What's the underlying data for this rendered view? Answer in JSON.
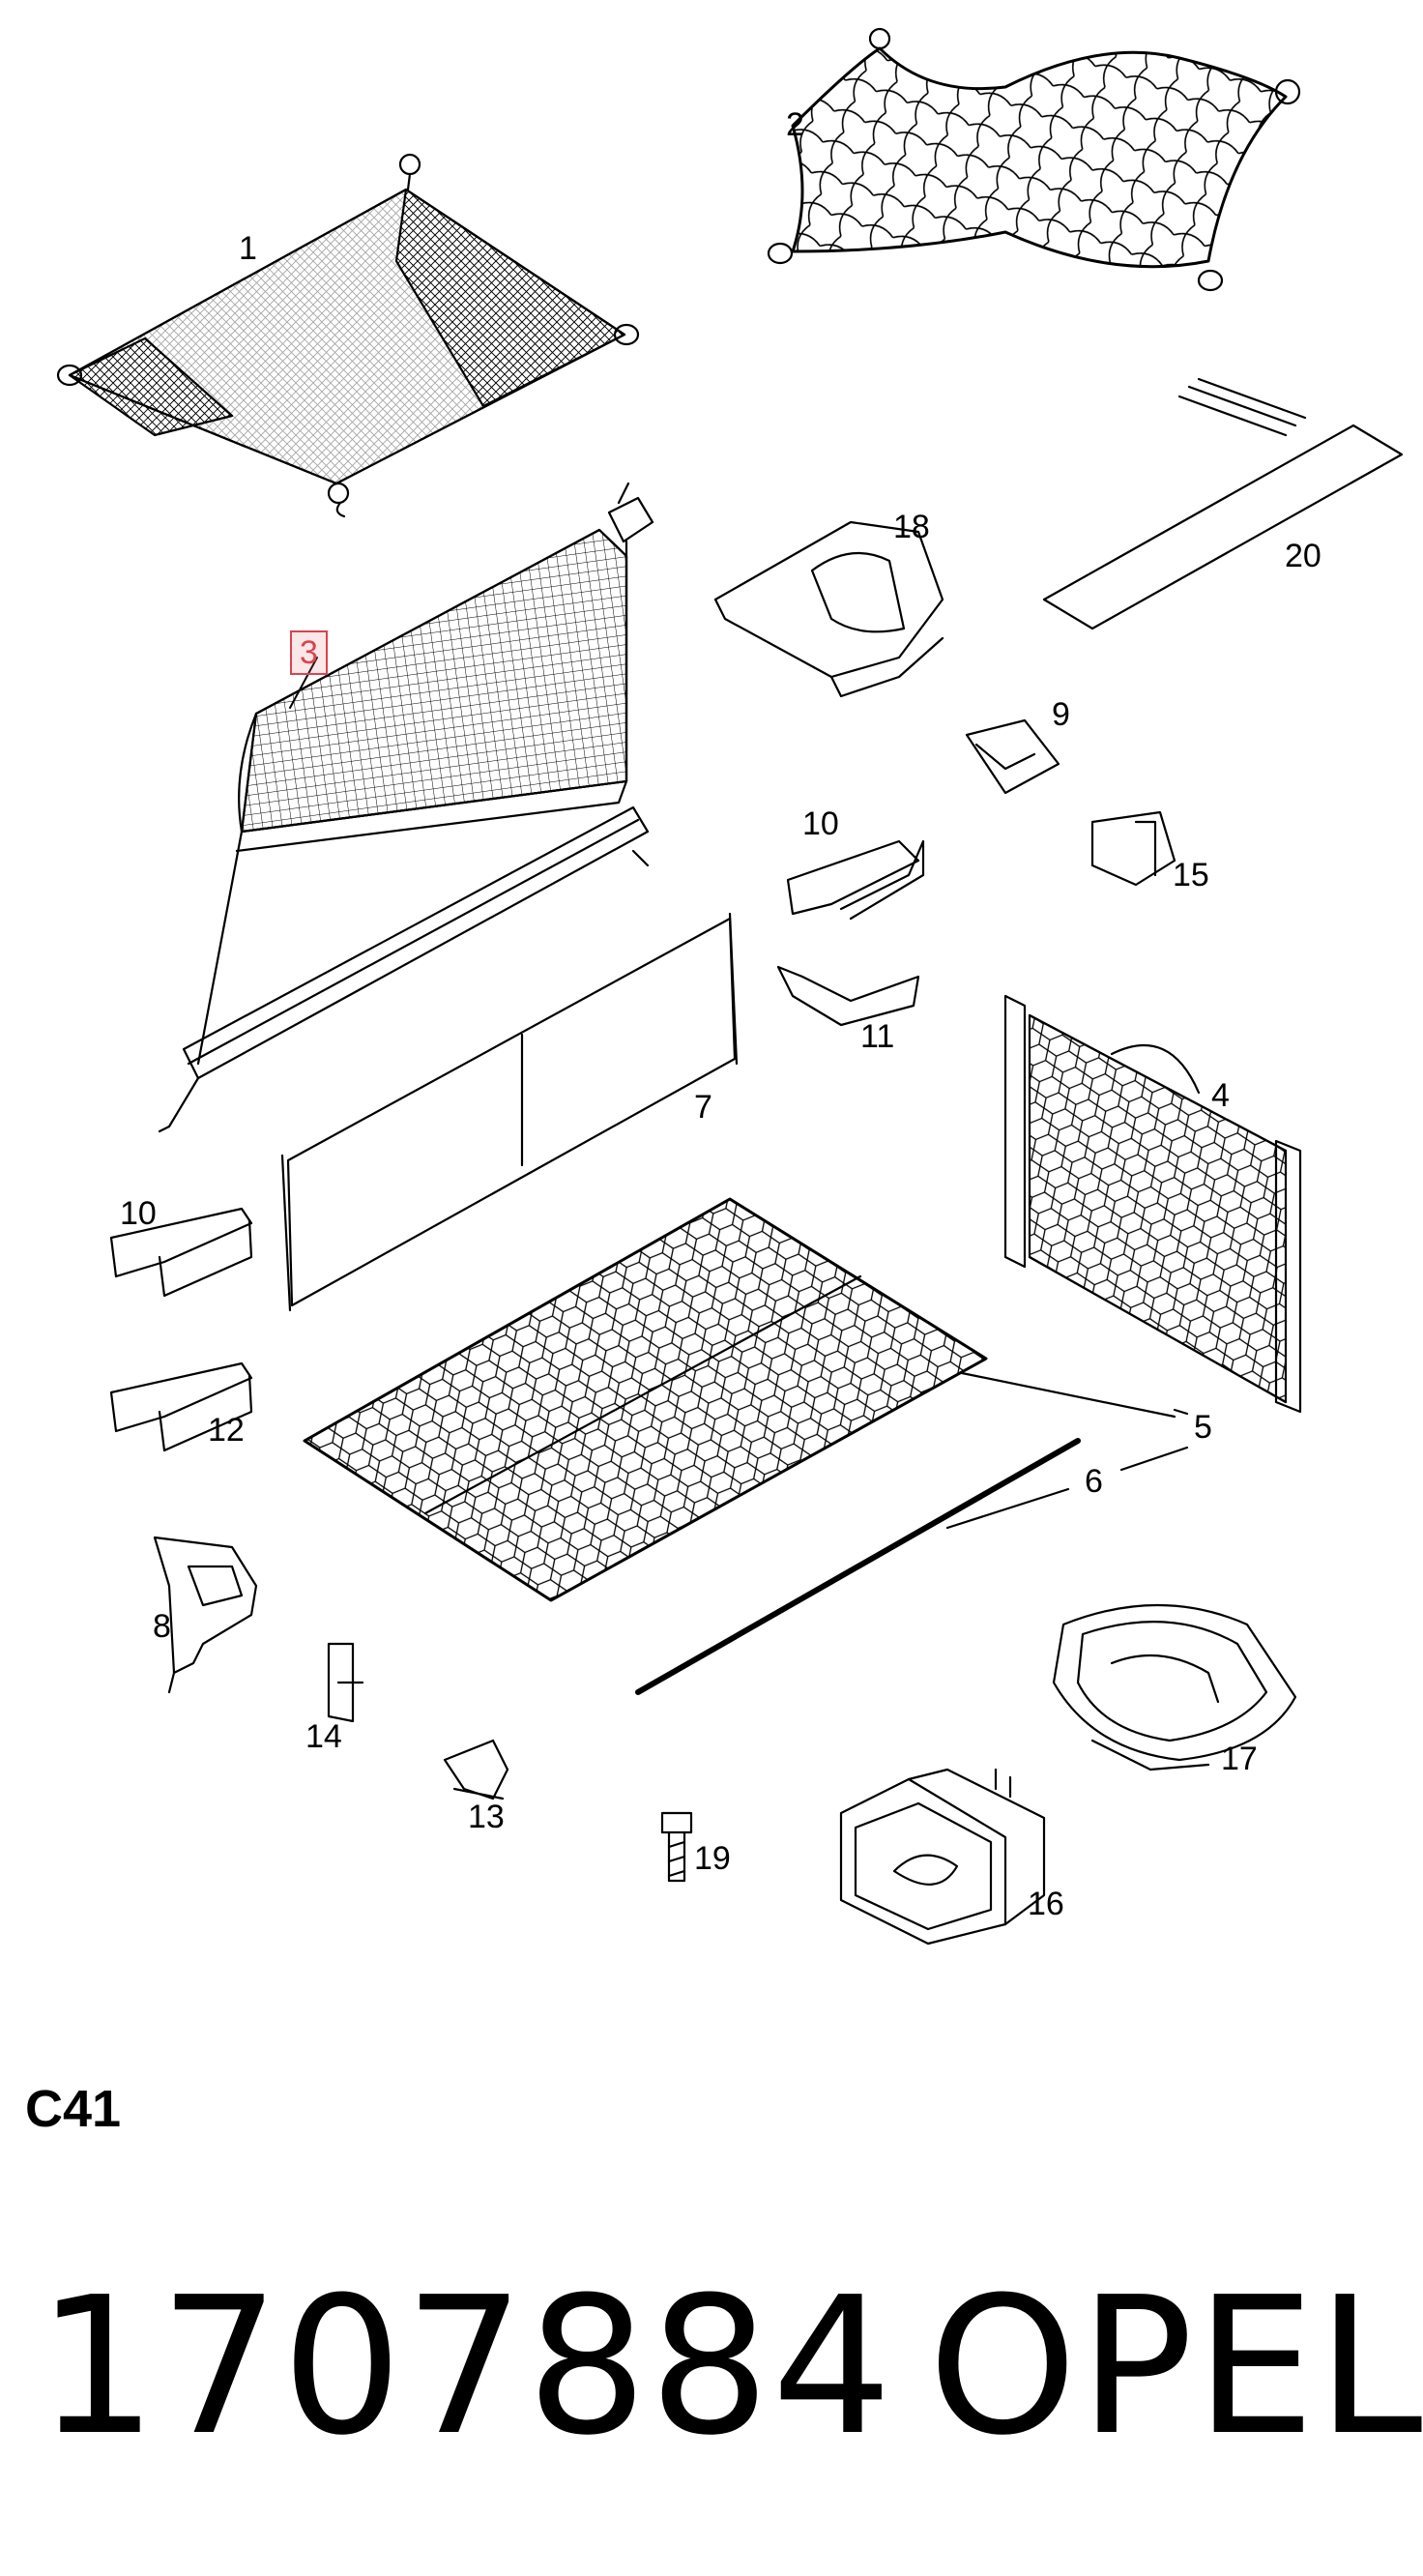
{
  "diagram": {
    "callouts": [
      {
        "id": "1",
        "highlighted": false
      },
      {
        "id": "2",
        "highlighted": false
      },
      {
        "id": "3",
        "highlighted": true
      },
      {
        "id": "4",
        "highlighted": false
      },
      {
        "id": "5",
        "highlighted": false
      },
      {
        "id": "6",
        "highlighted": false
      },
      {
        "id": "7",
        "highlighted": false
      },
      {
        "id": "8",
        "highlighted": false
      },
      {
        "id": "9",
        "highlighted": false
      },
      {
        "id": "10",
        "highlighted": false
      },
      {
        "id": "10",
        "highlighted": false
      },
      {
        "id": "11",
        "highlighted": false
      },
      {
        "id": "12",
        "highlighted": false
      },
      {
        "id": "13",
        "highlighted": false
      },
      {
        "id": "14",
        "highlighted": false
      },
      {
        "id": "15",
        "highlighted": false
      },
      {
        "id": "16",
        "highlighted": false
      },
      {
        "id": "17",
        "highlighted": false
      },
      {
        "id": "18",
        "highlighted": false
      },
      {
        "id": "19",
        "highlighted": false
      },
      {
        "id": "20",
        "highlighted": false
      }
    ],
    "highlight_color": "#d9434f"
  },
  "footer": {
    "section_code": "C41",
    "part_number": "1707884",
    "brand": "OPEL"
  }
}
